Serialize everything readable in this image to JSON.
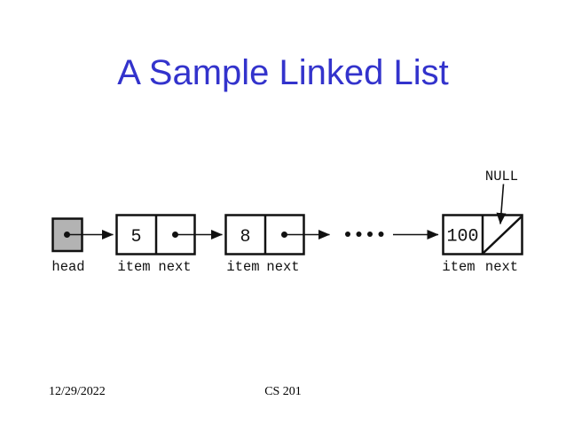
{
  "slide": {
    "title": "A Sample Linked List",
    "footer": {
      "date": "12/29/2022",
      "course": "CS 201"
    }
  },
  "diagram": {
    "head_label": "head",
    "null_label": "NULL",
    "nodes": [
      {
        "item": "5",
        "item_label": "item",
        "next_label": "next"
      },
      {
        "item": "8",
        "item_label": "item",
        "next_label": "next"
      },
      {
        "item": "100",
        "item_label": "item",
        "next_label": "next"
      }
    ],
    "colors": {
      "title_text": "#3333cc",
      "head_fill": "#b3b3b3",
      "line": "#111111"
    }
  }
}
